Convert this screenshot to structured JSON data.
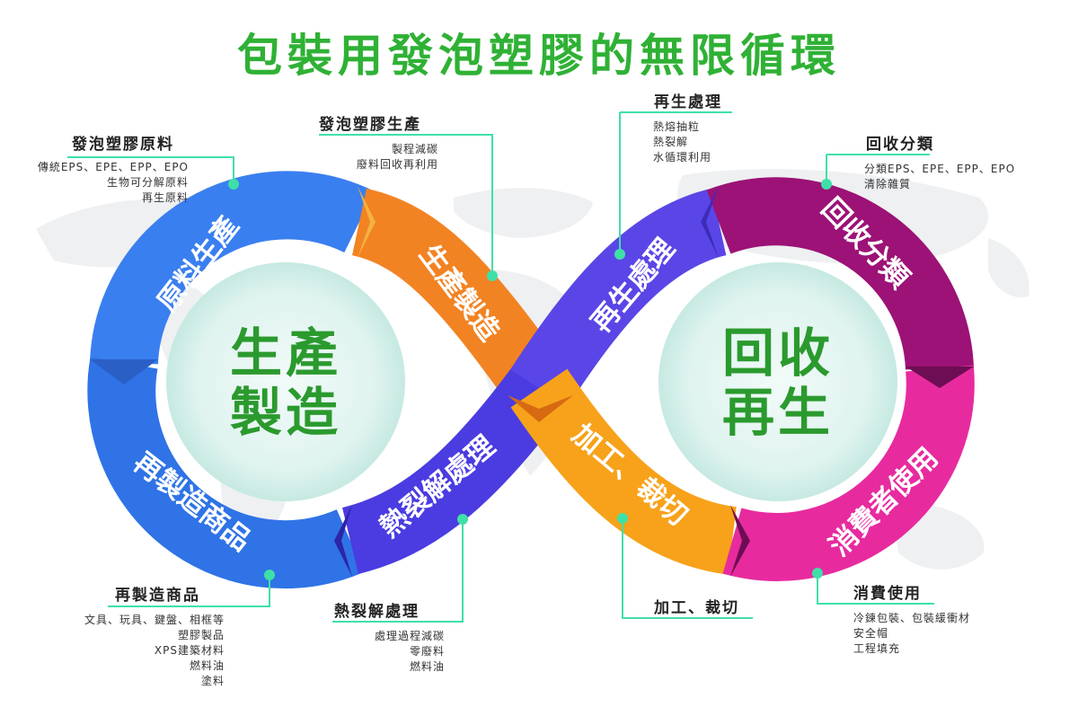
{
  "title": "包裝用發泡塑膠的無限循環",
  "colors": {
    "title_green": "#2fb135",
    "center_green": "#2b9a2e",
    "connector": "#3fe0a8",
    "raw_material": "#3a7ff0",
    "production": "#f28322",
    "recycle": "#5a46e6",
    "sorting": "#9c1276",
    "consumer": "#e72b9f",
    "cutting": "#f7a21a",
    "remanufacture": "#2f73e6",
    "pyrolysis": "#4a3ce0"
  },
  "centers": {
    "left": [
      "生產",
      "製造"
    ],
    "right": [
      "回收",
      "再生"
    ]
  },
  "segments": {
    "raw_material": "原料生產",
    "production": "生產製造",
    "recycle": "再生處理",
    "sorting": "回收分類",
    "consumer": "消費者使用",
    "cutting": "加工、裁切",
    "pyrolysis": "熱裂解處理",
    "remanufacture": "再製造商品"
  },
  "callouts": {
    "raw_material": {
      "heading": "發泡塑膠原料",
      "items": [
        "傳統EPS、EPE、EPP、EPO",
        "生物可分解原料",
        "再生原料"
      ]
    },
    "production": {
      "heading": "發泡塑膠生產",
      "items": [
        "製程減碳",
        "廢料回收再利用"
      ]
    },
    "recycle": {
      "heading": "再生處理",
      "items": [
        "熱熔抽粒",
        "熱裂解",
        "水循環利用"
      ]
    },
    "sorting": {
      "heading": "回收分類",
      "items": [
        "分類EPS、EPE、EPP、EPO",
        "清除雜質"
      ]
    },
    "remanufacture": {
      "heading": "再製造商品",
      "items": [
        "文具、玩具、鍵盤、相框等",
        "塑膠製品",
        "XPS建築材料",
        "燃料油",
        "塗料"
      ]
    },
    "pyrolysis": {
      "heading": "熱裂解處理",
      "items": [
        "處理過程減碳",
        "零廢料",
        "燃料油"
      ]
    },
    "cutting": {
      "heading": "加工、裁切",
      "items": []
    },
    "consumer": {
      "heading": "消費使用",
      "items": [
        "冷鍊包裝、包裝緩衝材",
        "安全帽",
        "工程填充"
      ]
    }
  }
}
